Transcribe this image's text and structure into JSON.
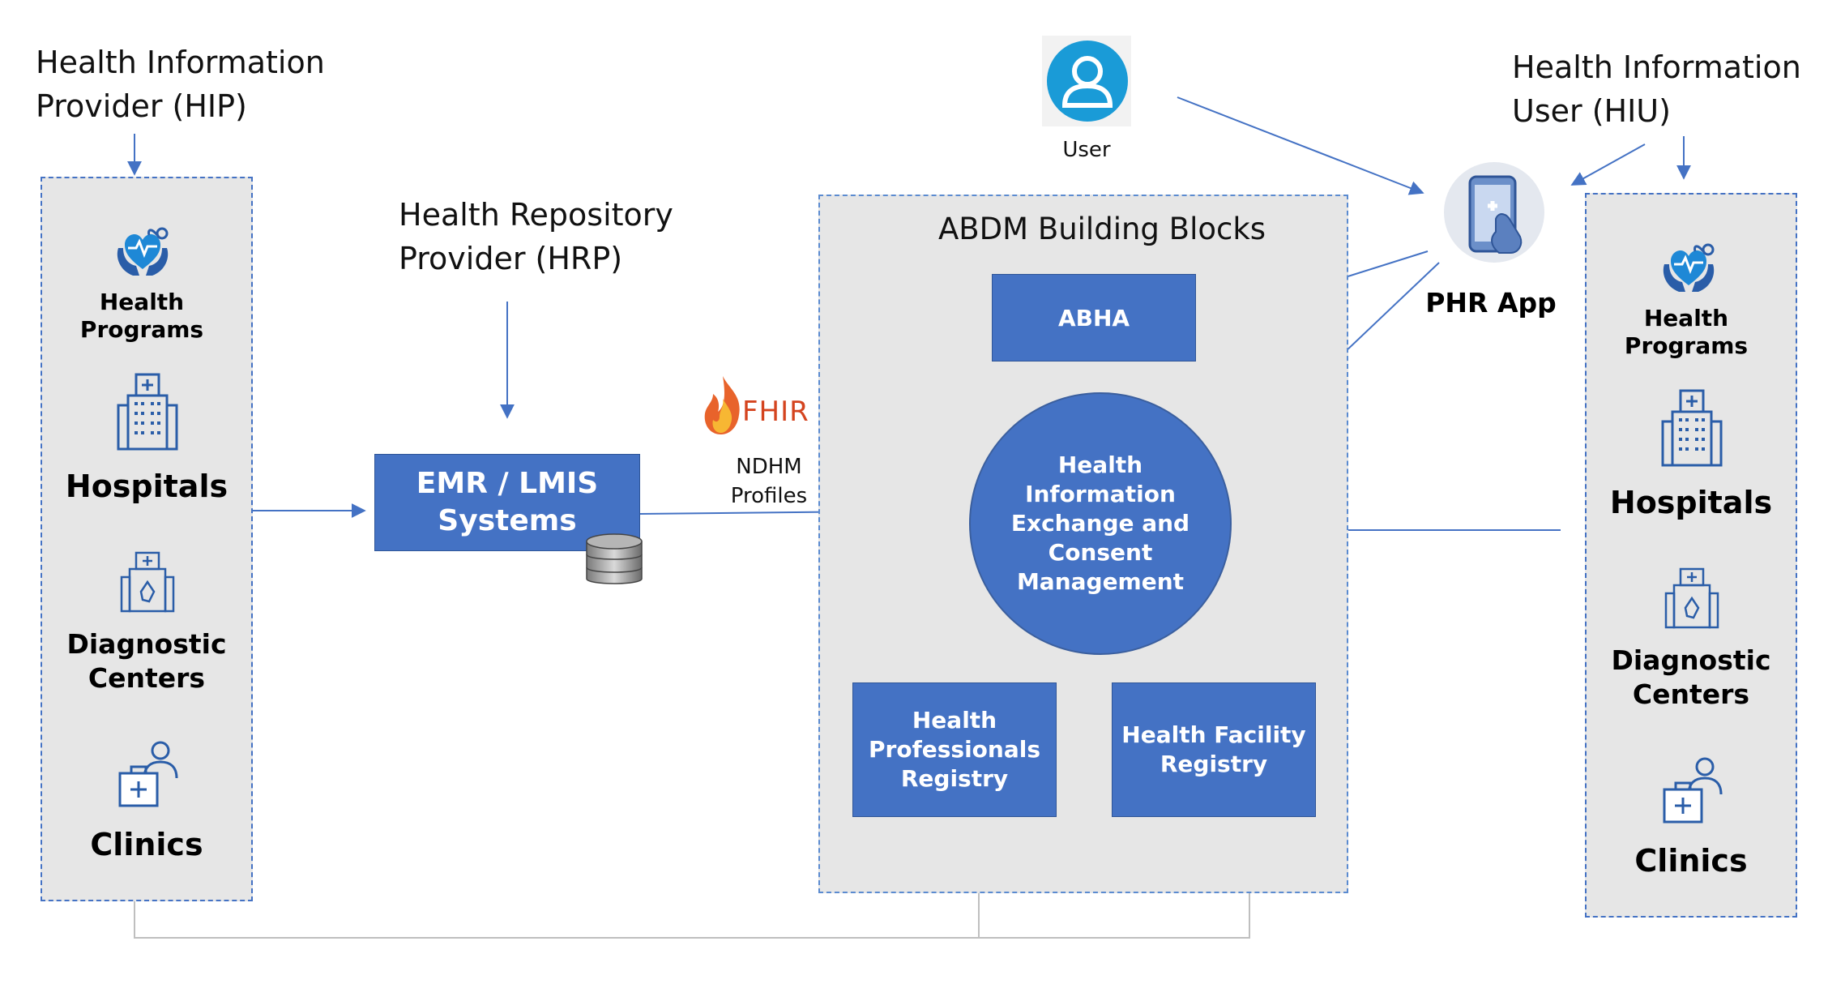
{
  "hip": {
    "title_line1": "Health Information",
    "title_line2": "Provider (HIP)"
  },
  "hiu": {
    "title_line1": "Health Information",
    "title_line2": "User (HIU)"
  },
  "hrp": {
    "title_line1": "Health Repository",
    "title_line2": "Provider (HRP)"
  },
  "entities": {
    "programs_line1": "Health",
    "programs_line2": "Programs",
    "hospitals": "Hospitals",
    "diagnostic_line1": "Diagnostic",
    "diagnostic_line2": "Centers",
    "clinics": "Clinics"
  },
  "emr": {
    "line1": "EMR / LMIS",
    "line2": "Systems"
  },
  "fhir": {
    "logo_text": "FHIR",
    "profiles_line1": "NDHM",
    "profiles_line2": "Profiles"
  },
  "abdm": {
    "title": "ABDM Building Blocks",
    "abha": "ABHA",
    "hie_line1": "Health",
    "hie_line2": "Information",
    "hie_line3": "Exchange and",
    "hie_line4": "Consent",
    "hie_line5": "Management",
    "hpr_line1": "Health",
    "hpr_line2": "Professionals",
    "hpr_line3": "Registry",
    "hfr_line1": "Health Facility",
    "hfr_line2": "Registry"
  },
  "user": {
    "label": "User"
  },
  "phr": {
    "label": "PHR App"
  },
  "colors": {
    "accent_blue": "#4472c4",
    "panel_gray": "#e6e6e6",
    "icon_blue": "#1a9bd7",
    "connector": "#4472c4"
  }
}
